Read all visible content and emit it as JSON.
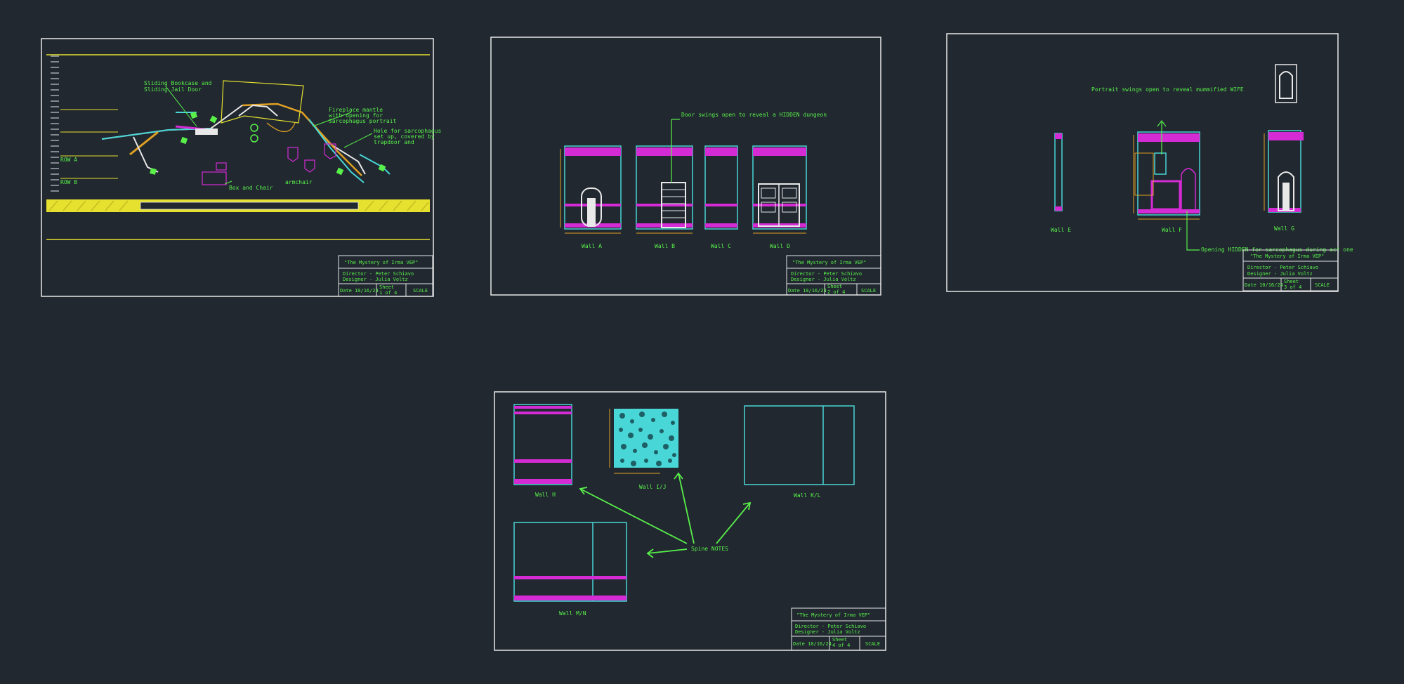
{
  "sheets": {
    "plan": {
      "title_block": {
        "show": "\"The Mystery of Irma VEP\"",
        "director": "Director - Peter Schiavo",
        "designer": "Designer - Julia Voltz",
        "date": "Date 10/16/24",
        "sheet": "Sheet",
        "sheet_no": "1 of 4",
        "scale": "SCALE"
      },
      "notes": {
        "bookcase": "Sliding Bookcase and",
        "bookcase2": "Sliding Jail Door",
        "fireplace": "Fireplace mantle",
        "fireplace2": "with opening for",
        "fireplace3": "Sarcophagus portrait",
        "hole": "Hole for sarcophagus",
        "hole2": "set up, covered by",
        "hole3": "trapdoor and",
        "box": "Box and Chair",
        "armchair": "armchair",
        "row_a": "ROW A",
        "row_b": "ROW B"
      }
    },
    "walls1": {
      "title_block": {
        "show": "\"The Mystery of Irma VEP\"",
        "director": "Director - Peter Schiavo",
        "designer": "Designer - Julia Voltz",
        "date": "Date 10/16/24",
        "sheet": "Sheet",
        "sheet_no": "2 of 4",
        "scale": "SCALE"
      },
      "note_door": "Door swings open to reveal a HIDDEN dungeon",
      "walls": [
        "Wall A",
        "Wall B",
        "Wall C",
        "Wall D"
      ]
    },
    "walls2": {
      "title_block": {
        "show": "\"The Mystery of Irma VEP\"",
        "director": "Director - Peter Schiavo",
        "designer": "Designer - Julia Voltz",
        "date": "Date 10/16/24",
        "sheet": "Sheet",
        "sheet_no": "3 of 4",
        "scale": "SCALE"
      },
      "note_portrait": "Portrait swings open to reveal mummified WIFE",
      "note_sarc": "Opening HIDDEN for sarcophagus during act one",
      "walls": [
        "Wall E",
        "Wall F",
        "Wall G"
      ]
    },
    "walls3": {
      "title_block": {
        "show": "\"The Mystery of Irma VEP\"",
        "director": "Director - Peter Schiavo",
        "designer": "Designer - Julia Voltz",
        "date": "Date 10/16/24",
        "sheet": "Sheet",
        "sheet_no": "4 of 4",
        "scale": "SCALE"
      },
      "walls": [
        "Wall H",
        "Wall I/J",
        "Wall K/L",
        "Wall M/N"
      ],
      "note_spine": "Spine NOTES"
    }
  },
  "colors": {
    "background": "#212830",
    "sheet_border": "#e8e8e8",
    "note": "#59f04a",
    "wall": "#48d6d6",
    "trim": "#d42bd4",
    "dimension": "#e0a022",
    "floor_band": "#e6e02e"
  }
}
